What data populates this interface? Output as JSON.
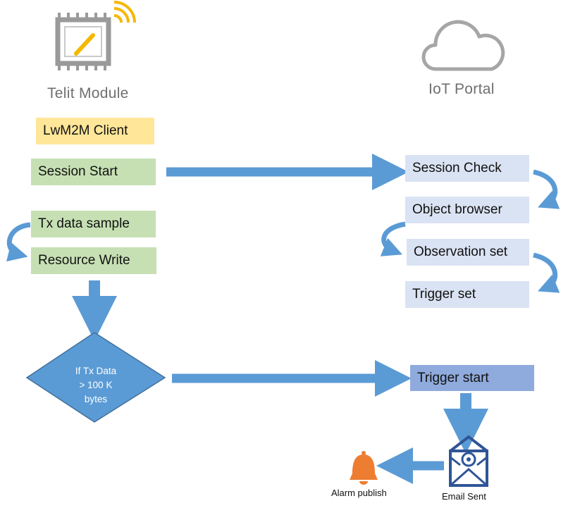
{
  "headings": {
    "left": "Telit Module",
    "right": "IoT Portal"
  },
  "client": {
    "lwm2m": "LwM2M Client",
    "session_start": "Session Start",
    "tx_sample": "Tx data sample",
    "resource_write": "Resource Write"
  },
  "decision": {
    "line1": "If Tx Data",
    "line2": "> 100 K",
    "line3": "bytes"
  },
  "portal": {
    "session_check": "Session Check",
    "object_browser": "Object browser",
    "observation_set": "Observation set",
    "trigger_set": "Trigger set",
    "trigger_start": "Trigger start"
  },
  "outputs": {
    "email_sent": "Email Sent",
    "alarm_publish": "Alarm publish"
  },
  "colors": {
    "arrow": "#5b9bd5",
    "arrow_dark": "#41719c",
    "green_box": "#c6e0b4",
    "yellow_box": "#ffe699",
    "light_blue_box": "#dae3f3",
    "mid_blue_box": "#8faadc",
    "decision": "#5b9bd5",
    "signal_icon": "#f5b800",
    "alarm_icon": "#ed7d31",
    "email_icon": "#2f5597"
  },
  "icons": {
    "module": "chip-wifi-icon",
    "portal": "cloud-icon",
    "email": "envelope-icon",
    "alarm": "bell-icon"
  }
}
